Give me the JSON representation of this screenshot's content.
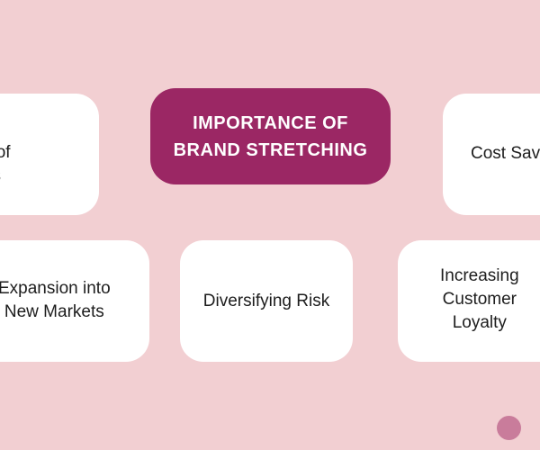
{
  "diagram": {
    "title": "IMPORTANCE OF\nBRAND STRETCHING",
    "nodes": [
      "ective\nching of\noducts",
      "Cost Sav",
      "Expansion into\nNew Markets",
      "Diversifying Risk",
      "Increasing\nCustomer\nLoyalty"
    ]
  },
  "colors": {
    "background": "#f2cfd2",
    "title_fill": "#9b2764",
    "card_fill": "#ffffff",
    "dot": "#c97c9b"
  }
}
